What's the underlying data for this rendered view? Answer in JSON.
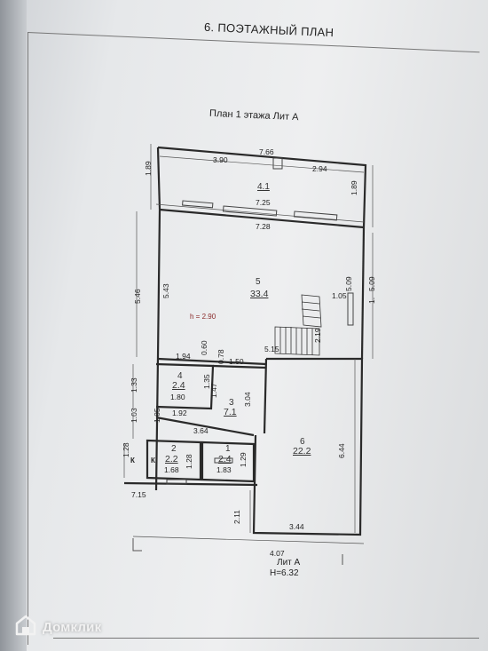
{
  "header": {
    "section_title": "6. ПОЭТАЖНЫЙ ПЛАН",
    "plan_title": "План 1 этажа Лит А"
  },
  "dimensions": {
    "d766": "7.66",
    "d390": "3.90",
    "d294": "2.94",
    "d189l": "1.89",
    "d189r": "1.89",
    "d725": "7.25",
    "d728": "7.28",
    "d546": "5.46",
    "d543": "5.43",
    "d509a": "5.09",
    "d509b": "5.09",
    "d105a": "1.05",
    "d1": "1.",
    "d219": "2.19",
    "d060": "0.60",
    "d078": "0.78",
    "d194": "1.94",
    "d150": "1.50",
    "d515": "5.15",
    "d133": "1.33",
    "d135": "1.35",
    "d147": "1.47",
    "d180": "1.80",
    "d304": "3.04",
    "d103": "1.03",
    "d105b": "1.05",
    "d192": "1.92",
    "d364": "3.64",
    "d644": "6.44",
    "d128a": "1.28",
    "d128b": "1.28",
    "d129": "1.29",
    "d168": "1.68",
    "d183": "1.83",
    "d715": "7.15",
    "d211": "2.11",
    "d344": "3.44",
    "d407": "4.07"
  },
  "rooms": [
    {
      "num": "4.1",
      "area": ""
    },
    {
      "num": "5",
      "area": "33.4"
    },
    {
      "num": "4",
      "area": "2.4"
    },
    {
      "num": "3",
      "area": "7.1"
    },
    {
      "num": "2",
      "area": "2.2"
    },
    {
      "num": "1",
      "area": "2.4"
    },
    {
      "num": "6",
      "area": "22.2"
    }
  ],
  "ceiling_height": "h = 2.90",
  "k_marks": [
    "К",
    "К"
  ],
  "building": {
    "label": "Лит А",
    "height": "H=6.32"
  },
  "watermark": {
    "brand": "Домклик",
    "icon": "domclick-house-icon"
  }
}
